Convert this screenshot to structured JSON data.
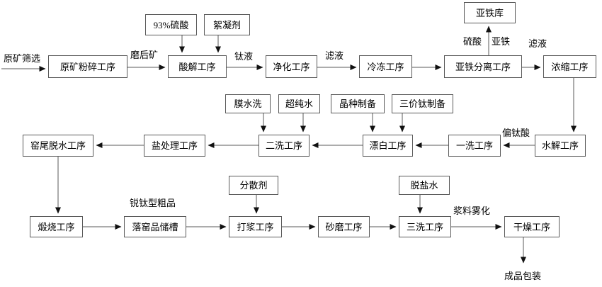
{
  "boxes": {
    "ore_crushing": "原矿粉碎工序",
    "acidolysis": "酸解工序",
    "purification": "净化工序",
    "freezing": "冷冻工序",
    "ferrous_separation": "亚铁分离工序",
    "concentration": "浓缩工序",
    "sulfuric_acid_93": "93%硫酸",
    "flocculant": "絮凝剂",
    "ferrous_storage": "亚铁库",
    "membrane_wash": "膜水洗",
    "ultrapure_water": "超纯水",
    "seed_prep": "晶种制备",
    "ti3_prep": "三价钛制备",
    "kiln_tail_dewatering": "窑尾脱水工序",
    "salt_treatment": "盐处理工序",
    "second_wash": "二洗工序",
    "bleaching": "漂白工序",
    "first_wash": "一洗工序",
    "hydrolysis": "水解工序",
    "dispersant": "分散剂",
    "desalted_water": "脱盐水",
    "calcination": "煅烧工序",
    "kiln_product_tank": "落窑品储槽",
    "pulping": "打浆工序",
    "sand_milling": "砂磨工序",
    "third_wash": "三洗工序",
    "drying": "干燥工序"
  },
  "flow_labels": {
    "raw_ore_screening": "原矿筛选",
    "ground_ore": "磨后矿",
    "ti_liquid": "钛液",
    "filtrate_1": "滤液",
    "sulfuric": "硫酸",
    "ferrous": "亚铁",
    "filtrate_2": "滤液",
    "metatitanic_acid": "偏钛酸",
    "anatase_crude": "锐钛型粗品",
    "slurry_atomization": "浆料雾化",
    "finished_packaging": "成品包装"
  },
  "colors": {
    "line": "#595959",
    "box_border": "#595959",
    "arrowhead": "#111111",
    "text": "#000000",
    "background": "#ffffff"
  }
}
